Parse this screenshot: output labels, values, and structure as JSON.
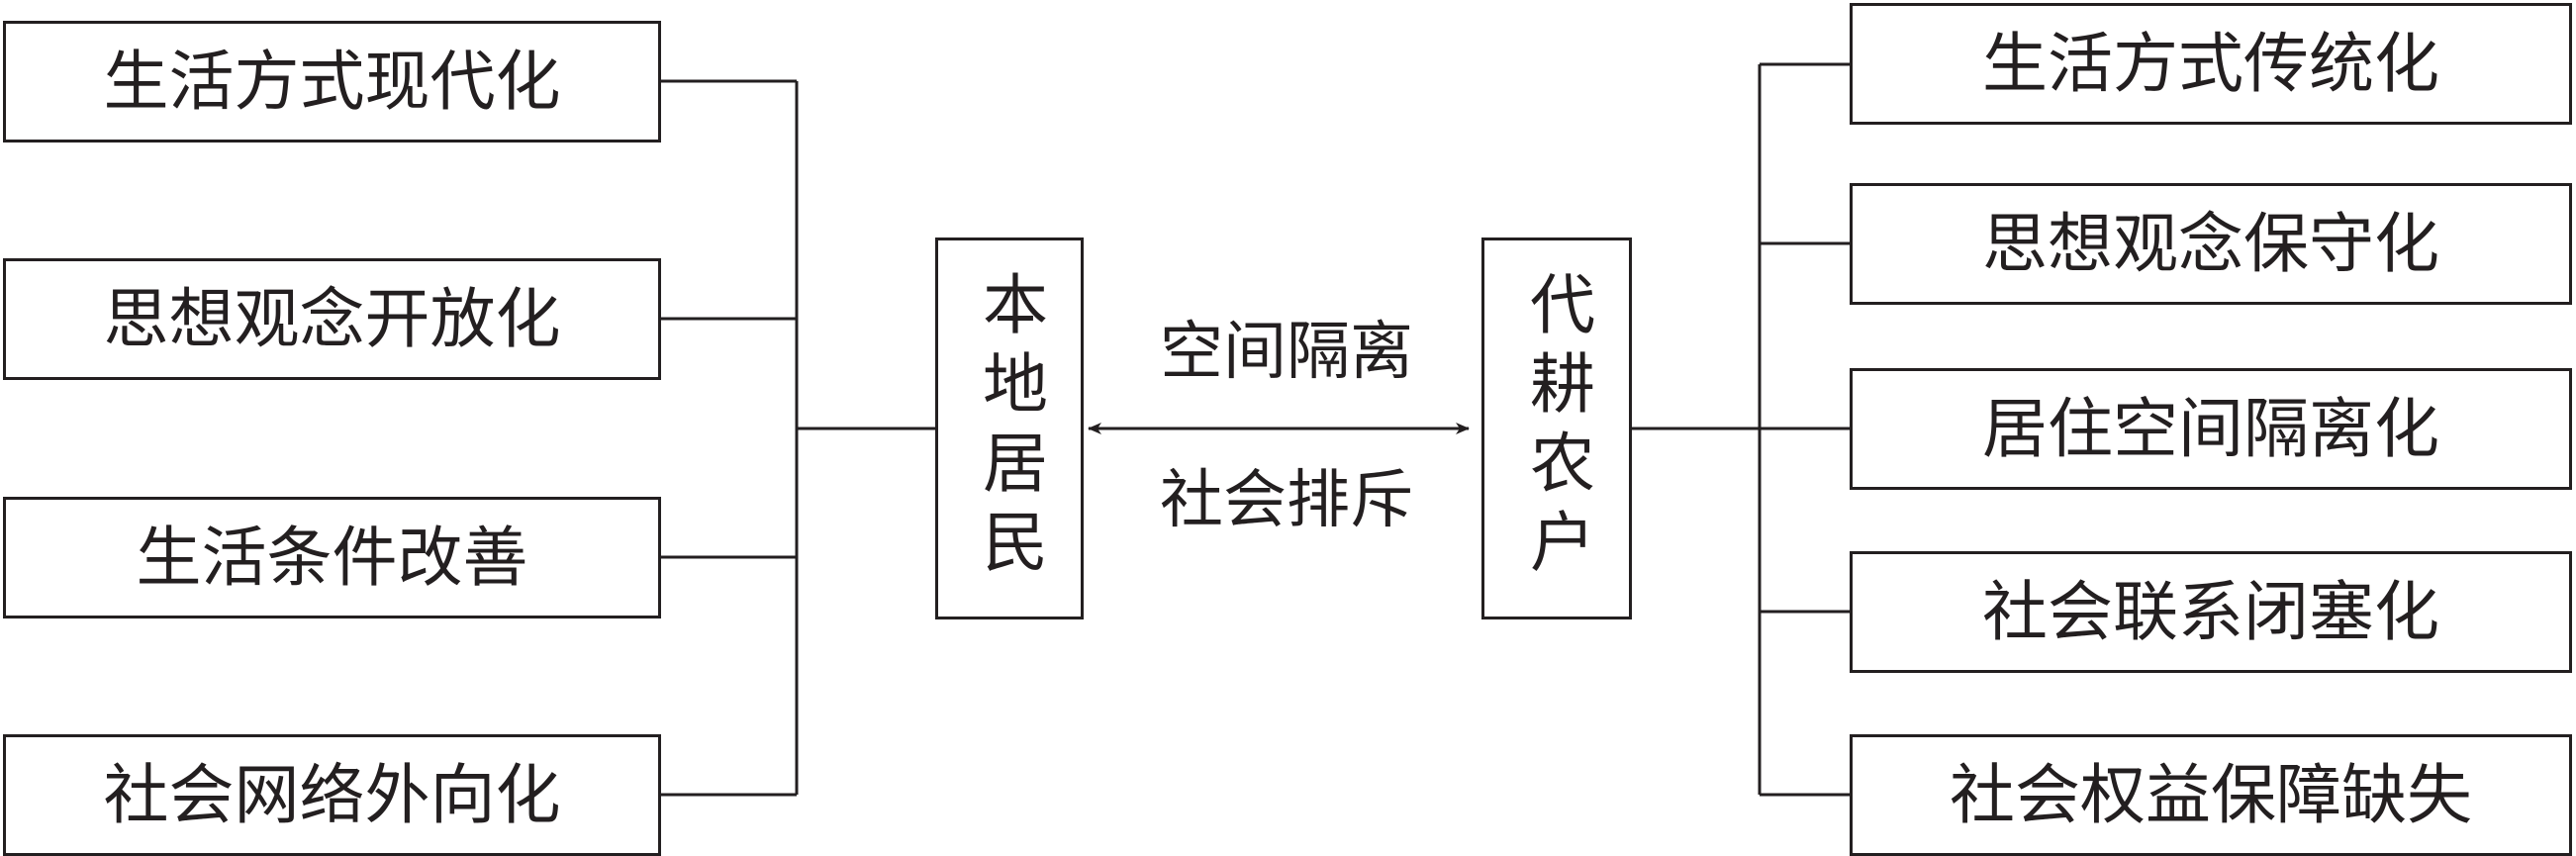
{
  "left_items": [
    "生活方式现代化",
    "思想观念开放化",
    "生活条件改善",
    "社会网络外向化"
  ],
  "local_residents": "本地居民",
  "arrow_top_label": "空间隔离",
  "arrow_bottom_label": "社会排斥",
  "tenant_farmers": "代耕农户",
  "right_items": [
    "生活方式传统化",
    "思想观念保守化",
    "居住空间隔离化",
    "社会联系闭塞化",
    "社会权益保障缺失"
  ]
}
